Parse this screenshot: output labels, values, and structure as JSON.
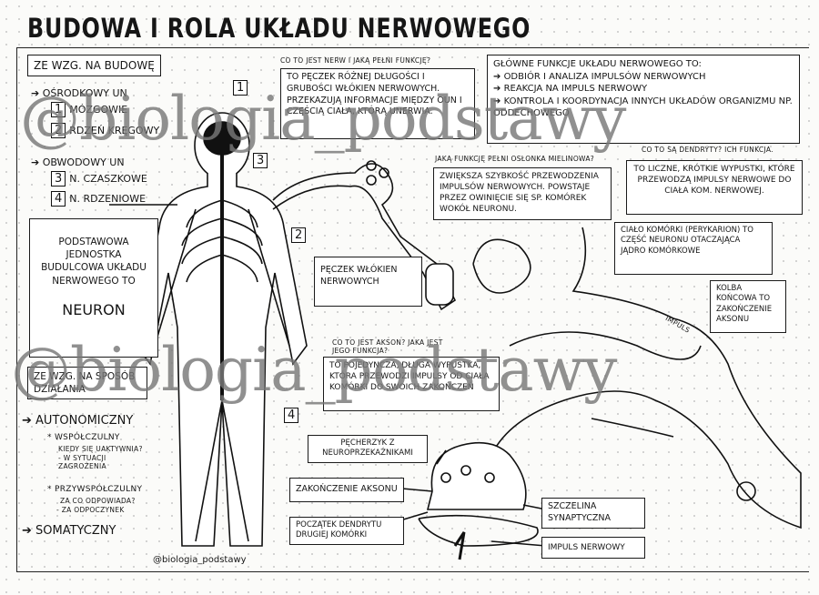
{
  "title": "BUDOWA I ROLA UKŁADU NERWOWEGO",
  "structure": {
    "heading": "ZE WZG. NA BUDOWĘ",
    "central": "OŚRODKOWY UN",
    "items": [
      {
        "n": "1",
        "label": "MÓZGOWIE"
      },
      {
        "n": "2",
        "label": "RDZEŃ KRĘGOWY"
      }
    ],
    "peripheral": "OBWODOWY UN",
    "peripheral_items": [
      {
        "n": "3",
        "label": "N. CZASZKOWE"
      },
      {
        "n": "4",
        "label": "N. RDZENIOWE"
      }
    ]
  },
  "unit_box": {
    "text": "PODSTAWOWA JEDNOSTKA BUDULCOWA UKŁADU NERWOWEGO TO",
    "neuron": "NEURON"
  },
  "function_mode": {
    "heading": "ZE WZG. NA SPOSÓB DZIAŁANIA",
    "autonomic": "AUTONOMICZNY",
    "sympathetic": "WSPÓŁCZULNY",
    "sympathetic_q": "KIEDY SIĘ UAKTYWNIA?",
    "sympathetic_a": "- W SYTUACJI ZAGROŻENIA",
    "parasympathetic": "PRZYWSPÓŁCZULNY",
    "parasympathetic_q": "ZA CO ODPOWIADA?",
    "parasympathetic_a": "- ZA ODPOCZYNEK",
    "somatic": "SOMATYCZNY"
  },
  "body_labels": [
    "1",
    "2",
    "3",
    "4"
  ],
  "nerve": {
    "question": "CO TO JEST NERW I JAKĄ PEŁNI FUNKCJĘ?",
    "answer": "TO PĘCZEK RÓŻNEJ DŁUGOŚCI I GRUBOŚCI WŁÓKIEN NERWOWYCH. PRZEKAZUJĄ INFORMACJE MIĘDZY OUN I CZĘŚCIĄ CIAŁA, KTÓRĄ UNERWIA."
  },
  "main_functions": {
    "heading": "GŁÓWNE FUNKCJE UKŁADU NERWOWEGO TO:",
    "items": [
      "ODBIÓR I ANALIZA IMPULSÓW NERWOWYCH",
      "REAKCJA NA IMPULS NERWOWY",
      "KONTROLA I KOORDYNACJA INNYCH UKŁADÓW ORGANIZMU NP. ODDECHOWEGO"
    ]
  },
  "myelin": {
    "question": "JAKĄ FUNKCJĘ PEŁNI OSŁONKA MIELINOWA?",
    "answer": "ZWIĘKSZA SZYBKOŚĆ PRZEWODZENIA IMPULSÓW NERWOWYCH. POWSTAJE PRZEZ OWINIĘCIE SIĘ SP. KOMÓREK WOKÓŁ NEURONU."
  },
  "dendrites": {
    "question": "CO TO SĄ DENDRYTY? ICH FUNKCJA.",
    "answer": "TO LICZNE, KRÓTKIE WYPUSTKI, KTÓRE PRZEWODZĄ IMPULSY NERWOWE DO CIAŁA KOM. NERWOWEJ."
  },
  "cell_body": {
    "answer": "CIAŁO KOMÓRKI (PERYKARION) TO CZĘŚĆ NEURONU OTACZAJĄCA JĄDRO KOMÓRKOWE"
  },
  "bundle_label": "PĘCZEK WŁÓKIEN NERWOWYCH",
  "axon": {
    "question": "CO TO JEST AKSON? JAKA JEST JEGO FUNKCJA?",
    "answer": "TO POJEDYNCZA, DŁUGA WYPUSTKA, KTÓRA PRZEWODZI IMPULSY OD CIAŁA KOMÓRKI DO SWOICH ZAKOŃCZEŃ"
  },
  "terminal_bulb": "KOLBA KOŃCOWA TO ZAKOŃCZENIE AKSONU",
  "impulse_label": "IMPULS",
  "synapse": {
    "vesicle": "PĘCHERZYK Z NEUROPRZEKAŹNIKAMI",
    "axon_end": "ZAKOŃCZENIE AKSONU",
    "dendrite_start": "POCZĄTEK DENDRYTU DRUGIEJ KOMÓRKI",
    "cleft": "SZCZELINA SYNAPTYCZNA",
    "impulse": "IMPULS NERWOWY"
  },
  "credit": "@biologia_podstawy",
  "watermark": "@biologia_podstawy"
}
